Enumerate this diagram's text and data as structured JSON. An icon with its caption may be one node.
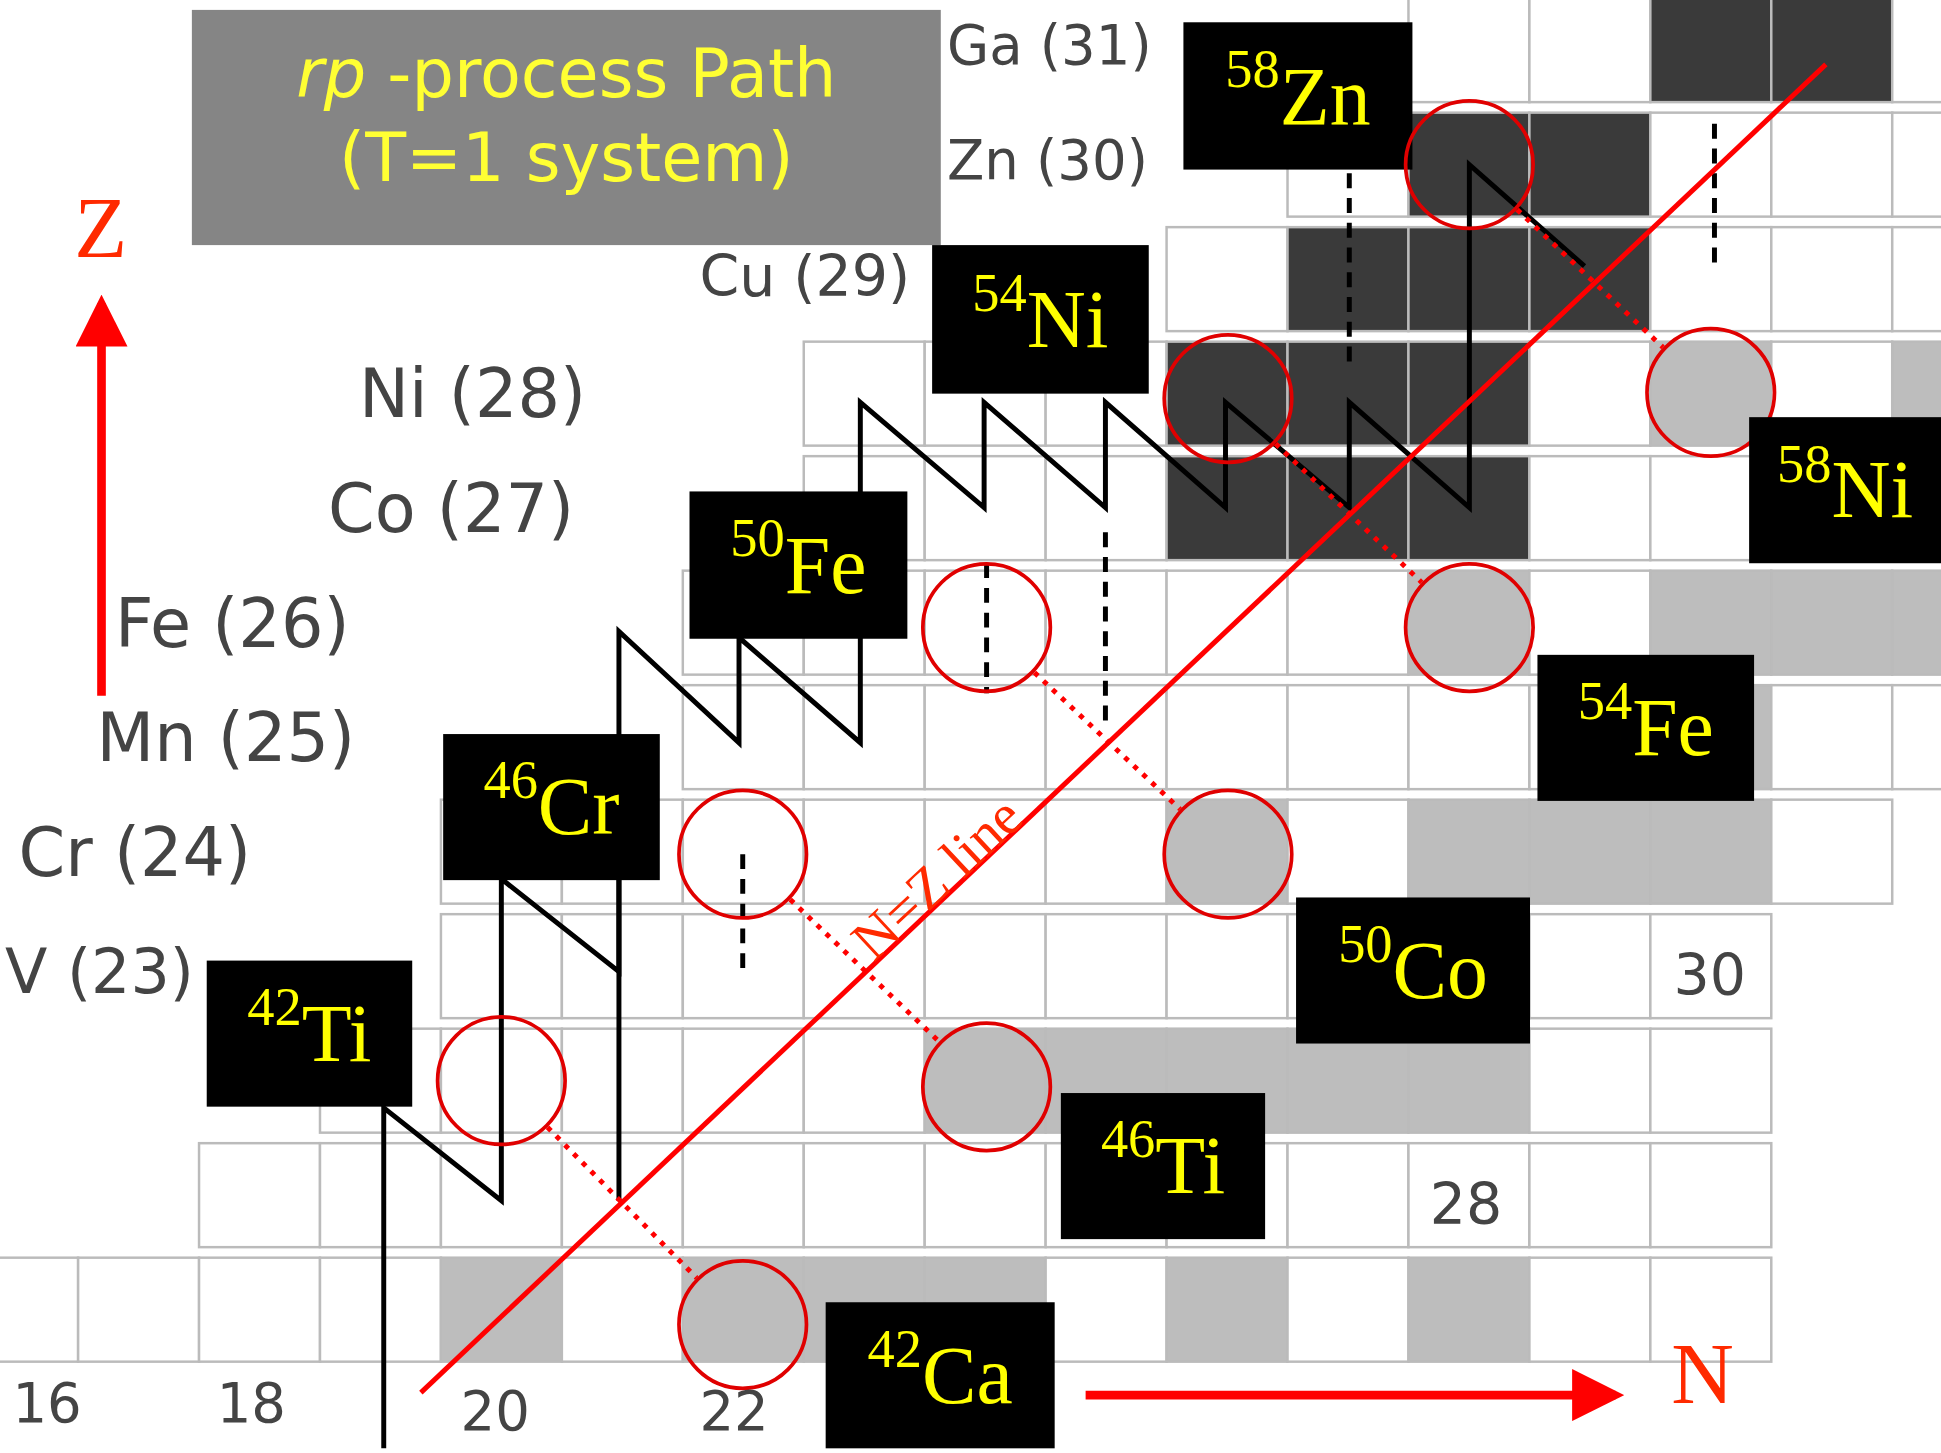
{
  "diagram": {
    "title": "*rp* -process Path (T=1 system)",
    "nodes": [
      {
        "text": [
          "$^{58}$Zn"
        ]
      },
      {
        "text": [],
        "shape": "circle"
      },
      {
        "text": [],
        "shape": "circle"
      },
      {
        "text": [
          "$^{58}$Ni"
        ]
      },
      {
        "text": [
          "$^{54}$Ni"
        ]
      },
      {
        "text": [],
        "shape": "circle"
      },
      {
        "text": [],
        "shape": "circle"
      },
      {
        "text": [
          "$^{54}$Fe"
        ]
      },
      {
        "text": [
          "$^{50}$Fe"
        ]
      },
      {
        "text": [],
        "shape": "circle"
      },
      {
        "text": [],
        "shape": "circle"
      },
      {
        "text": [
          "$^{50}$Co"
        ]
      },
      {
        "text": [
          "$^{46}$Cr"
        ]
      },
      {
        "text": [],
        "shape": "circle"
      },
      {
        "text": [],
        "shape": "circle"
      },
      {
        "text": [
          "$^{46}$Ti"
        ]
      },
      {
        "text": [
          "$^{42}$Ti"
        ]
      },
      {
        "text": [],
        "shape": "circle"
      },
      {
        "text": [],
        "shape": "circle"
      },
      {
        "text": [
          "$^{42}$Ca"
        ]
      }
    ],
    "edges": [
      {
        "from": 1,
        "to": 2,
        "arrow": "none",
        "style": "dashed"
      },
      {
        "from": 5,
        "to": 6,
        "arrow": "none",
        "style": "dashed"
      },
      {
        "from": 9,
        "to": 10,
        "arrow": "none",
        "style": "dashed"
      },
      {
        "from": 13,
        "to": 14,
        "arrow": "none",
        "style": "dashed"
      },
      {
        "from": 17,
        "to": 18,
        "arrow": "none",
        "style": "dashed"
      }
    ],
    "labels": [
      "Z",
      "N",
      "N=Z line",
      "Ga (31)",
      "Zn (30)",
      "Cu (29)",
      "Ni (28)",
      "Co (27)",
      "Fe (26)",
      "Mn (25)",
      "Cr (24)",
      "V (23)",
      "16",
      "18",
      "20",
      "22",
      "28",
      "30"
    ]
  }
}
